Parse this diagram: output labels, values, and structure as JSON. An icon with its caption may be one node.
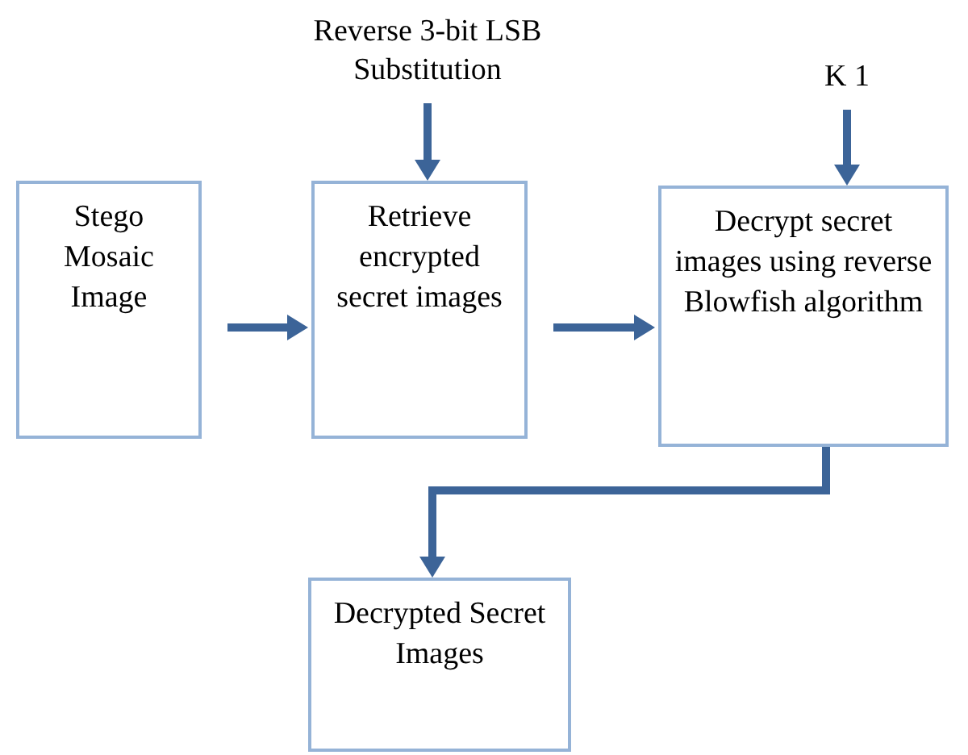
{
  "diagram": {
    "nodes": [
      {
        "text": [
          "Reverse 3-bit LSB Substitution"
        ]
      },
      {
        "text": [
          "K 1"
        ]
      },
      {
        "text": [
          "Stego Mosaic Image"
        ]
      },
      {
        "text": [
          "Retrieve encrypted secret images"
        ]
      },
      {
        "text": [
          "Decrypt secret images using reverse Blowfish algorithm"
        ]
      },
      {
        "text": [
          "Decrypted Secret Images"
        ]
      }
    ],
    "edges": [
      {
        "from": 0,
        "to": 3,
        "arrow": "to"
      },
      {
        "from": 1,
        "to": 4,
        "arrow": "to"
      },
      {
        "from": 2,
        "to": 3,
        "arrow": "to"
      },
      {
        "from": 3,
        "to": 4,
        "arrow": "to"
      },
      {
        "from": 4,
        "to": 5,
        "arrow": "to"
      }
    ]
  }
}
